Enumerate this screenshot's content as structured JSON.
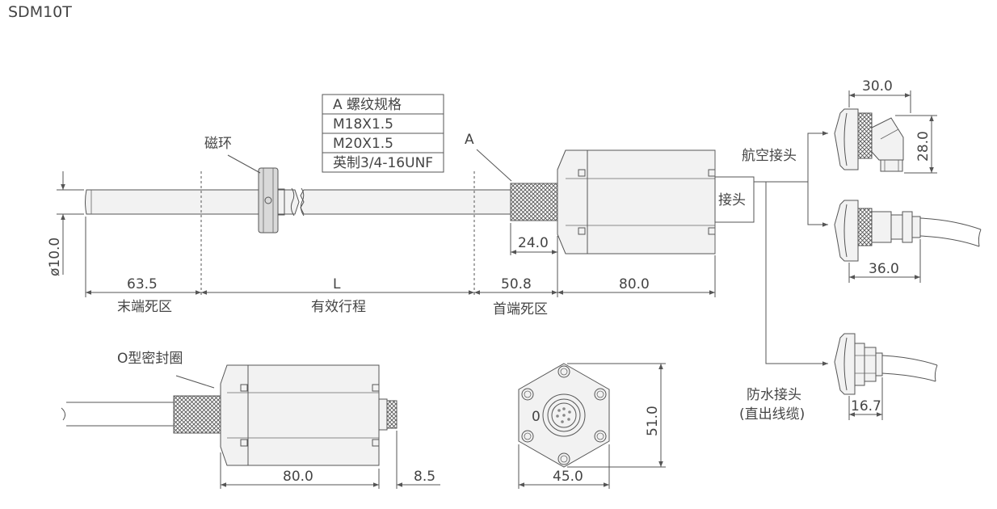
{
  "title": "SDM10T",
  "thread_table": {
    "header": "A 螺纹规格",
    "rows": [
      "M18X1.5",
      "M20X1.5",
      "英制3/4-16UNF"
    ]
  },
  "labels": {
    "magnet_ring": "磁环",
    "point_a": "A",
    "aviation_connector": "航空接头",
    "connector": "接头",
    "o_ring": "O型密封圈",
    "waterproof_connector": "防水接头",
    "direct_cable": "(直出线缆)",
    "end_dead_zone": "末端死区",
    "effective_stroke": "有效行程",
    "head_dead_zone": "首端死区",
    "face_mark": "0"
  },
  "dimensions": {
    "rod_diameter": "ø10.0",
    "end_dead_zone": "63.5",
    "stroke": "L",
    "head_dead_zone": "50.8",
    "head_length": "80.0",
    "thread_length": "24.0",
    "elbow_width": "30.0",
    "elbow_height": "28.0",
    "straight_length": "36.0",
    "cable_gland_length": "16.7",
    "bottom_body_length": "80.0",
    "bottom_connector_length": "8.5",
    "hex_width": "45.0",
    "hex_height": "51.0"
  }
}
